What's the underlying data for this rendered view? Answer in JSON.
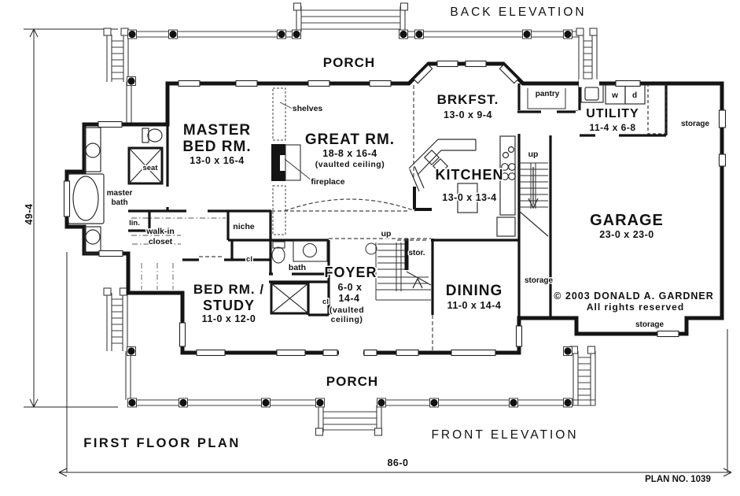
{
  "titles": {
    "back_elevation": "BACK ELEVATION",
    "front_elevation": "FRONT ELEVATION",
    "first_floor_plan": "FIRST FLOOR PLAN",
    "plan_no": "PLAN NO. 1039"
  },
  "dims": {
    "height": "49-4",
    "width": "86-0"
  },
  "porch": {
    "back": "PORCH",
    "front": "PORCH"
  },
  "rooms": {
    "master_bed": {
      "name1": "MASTER",
      "name2": "BED RM.",
      "size": "13-0 x 16-4"
    },
    "great": {
      "name": "GREAT RM.",
      "size": "18-8 x 16-4",
      "note": "(vaulted ceiling)"
    },
    "brkfst": {
      "name": "BRKFST.",
      "size": "13-0 x 9-4"
    },
    "utility": {
      "name": "UTILITY",
      "size": "11-4 x 6-8"
    },
    "kitchen": {
      "name": "KITCHEN",
      "size": "13-0 x 13-4"
    },
    "garage": {
      "name": "GARAGE",
      "size": "23-0 x 23-0"
    },
    "study": {
      "name1": "BED RM. /",
      "name2": "STUDY",
      "size": "11-0 x 12-0"
    },
    "foyer": {
      "name": "FOYER",
      "size1": "6-0 x",
      "size2": "14-4",
      "note1": "(vaulted",
      "note2": "ceiling)"
    },
    "dining": {
      "name": "DINING",
      "size": "11-0 x 14-4"
    }
  },
  "labels": {
    "shelves": "shelves",
    "fireplace": "fireplace",
    "pantry": "pantry",
    "washer": "w",
    "dryer": "d",
    "storage_right": "storage",
    "storage_mid": "storage",
    "storage_bottom": "storage",
    "up_back": "up",
    "up_foyer": "up",
    "stor": "stor.",
    "master_bath1": "master",
    "master_bath2": "bath",
    "seat": "seat",
    "lin": "lin.",
    "walk_in1": "walk-in",
    "walk_in2": "closet",
    "niche": "niche",
    "cl_hall": "cl",
    "cl_foyer": "cl",
    "bath": "bath"
  },
  "copyright": {
    "line1": "© 2003 DONALD A. GARDNER",
    "line2": "All rights reserved"
  },
  "colors": {
    "ink": "#141414",
    "thin": "#3c3c3c",
    "dash": "#444444",
    "bg": "#ffffff"
  }
}
